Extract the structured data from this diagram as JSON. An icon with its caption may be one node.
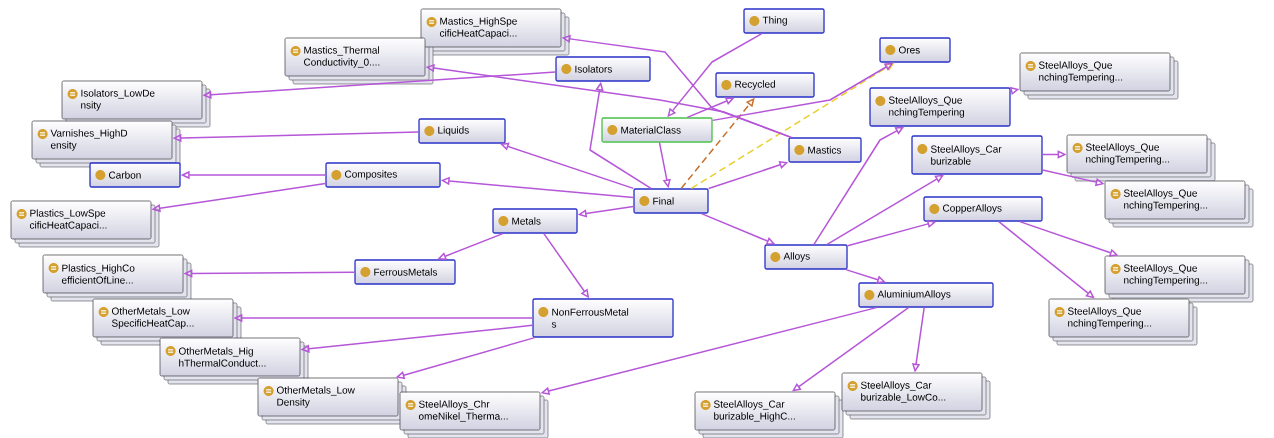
{
  "diagram": {
    "nodes": [
      {
        "text": [
          "Thing"
        ]
      },
      {
        "text": [
          "Mastics_HighSpe cificHeatCapaci..."
        ]
      },
      {
        "text": [
          "Ores"
        ]
      },
      {
        "text": [
          "Mastics_Thermal Conductivity_0...."
        ]
      },
      {
        "text": [
          "SteelAlloys_Que nchingTempering..."
        ]
      },
      {
        "text": [
          "Isolators"
        ]
      },
      {
        "text": [
          "Recycled"
        ]
      },
      {
        "text": [
          "Isolators_LowDe nsity"
        ]
      },
      {
        "text": [
          "SteelAlloys_Que nchingTempering"
        ]
      },
      {
        "text": [
          "MaterialClass"
        ]
      },
      {
        "text": [
          "Liquids"
        ]
      },
      {
        "text": [
          "Varnishes_HighD ensity"
        ]
      },
      {
        "text": [
          "Mastics"
        ]
      },
      {
        "text": [
          "SteelAlloys_Car burizable"
        ]
      },
      {
        "text": [
          "SteelAlloys_Que nchingTempering..."
        ]
      },
      {
        "text": [
          "Composites"
        ]
      },
      {
        "text": [
          "Carbon"
        ]
      },
      {
        "text": [
          "SteelAlloys_Que nchingTempering..."
        ]
      },
      {
        "text": [
          "Final"
        ]
      },
      {
        "text": [
          "CopperAlloys"
        ]
      },
      {
        "text": [
          "Metals"
        ]
      },
      {
        "text": [
          "Plastics_LowSpe cificHeatCapaci..."
        ]
      },
      {
        "text": [
          "Alloys"
        ]
      },
      {
        "text": [
          "FerrousMetals"
        ]
      },
      {
        "text": [
          "SteelAlloys_Que nchingTempering..."
        ]
      },
      {
        "text": [
          "Plastics_HighCo efficientOfLine..."
        ]
      },
      {
        "text": [
          "AluminiumAlloys"
        ]
      },
      {
        "text": [
          "NonFerrousMetal s"
        ]
      },
      {
        "text": [
          "OtherMetals_Low SpecificHeatCap..."
        ]
      },
      {
        "text": [
          "SteelAlloys_Que nchingTempering..."
        ]
      },
      {
        "text": [
          "OtherMetals_Hig hThermalConduct..."
        ]
      },
      {
        "text": [
          "OtherMetals_Low Density"
        ]
      },
      {
        "text": [
          "SteelAlloys_Car burizable_LowCo..."
        ]
      },
      {
        "text": [
          "SteelAlloys_Chr omeNikel_Therma..."
        ]
      },
      {
        "text": [
          "SteelAlloys_Car burizable_HighC..."
        ]
      }
    ],
    "edges": [
      {
        "from": 0,
        "to": 9,
        "arrow": "to"
      },
      {
        "from": 9,
        "to": 18,
        "arrow": "to"
      },
      {
        "from": 18,
        "to": 20,
        "arrow": "to"
      },
      {
        "from": 18,
        "to": 22,
        "arrow": "to"
      },
      {
        "from": 18,
        "to": 15,
        "arrow": "to"
      },
      {
        "from": 18,
        "to": 10,
        "arrow": "to"
      },
      {
        "from": 18,
        "to": 5,
        "arrow": "to"
      },
      {
        "from": 18,
        "to": 12,
        "arrow": "to"
      },
      {
        "from": 20,
        "to": 23,
        "arrow": "to"
      },
      {
        "from": 20,
        "to": 27,
        "arrow": "to"
      },
      {
        "from": 15,
        "to": 16,
        "arrow": "to"
      },
      {
        "from": 22,
        "to": 19,
        "arrow": "to"
      },
      {
        "from": 22,
        "to": 26,
        "arrow": "to"
      },
      {
        "from": 22,
        "to": 13,
        "arrow": "to"
      },
      {
        "from": 22,
        "to": 8,
        "arrow": "to"
      },
      {
        "from": 18,
        "to": 2,
        "arrow": "to",
        "style": "dashed",
        "color": "#e8d030"
      },
      {
        "from": 18,
        "to": 6,
        "arrow": "to",
        "style": "dashed",
        "color": "#c8702c"
      },
      {
        "from": 9,
        "to": 6,
        "arrow": "to"
      },
      {
        "from": 9,
        "to": 2,
        "arrow": "to"
      },
      {
        "from": 5,
        "to": 7,
        "arrow": "to"
      },
      {
        "from": 12,
        "to": 3,
        "arrow": "to"
      },
      {
        "from": 12,
        "to": 1,
        "arrow": "to"
      },
      {
        "from": 10,
        "to": 11,
        "arrow": "to"
      },
      {
        "from": 15,
        "to": 21,
        "arrow": "to"
      },
      {
        "from": 23,
        "to": 25,
        "arrow": "to"
      },
      {
        "from": 27,
        "to": 28,
        "arrow": "to"
      },
      {
        "from": 27,
        "to": 30,
        "arrow": "to"
      },
      {
        "from": 27,
        "to": 31,
        "arrow": "to"
      },
      {
        "from": 26,
        "to": 33,
        "arrow": "to"
      },
      {
        "from": 26,
        "to": 34,
        "arrow": "to"
      },
      {
        "from": 26,
        "to": 32,
        "arrow": "to"
      },
      {
        "from": 8,
        "to": 4,
        "arrow": "to"
      },
      {
        "from": 13,
        "to": 14,
        "arrow": "to"
      },
      {
        "from": 13,
        "to": 17,
        "arrow": "to"
      },
      {
        "from": 19,
        "to": 24,
        "arrow": "to"
      },
      {
        "from": 19,
        "to": 29,
        "arrow": "to"
      }
    ]
  }
}
